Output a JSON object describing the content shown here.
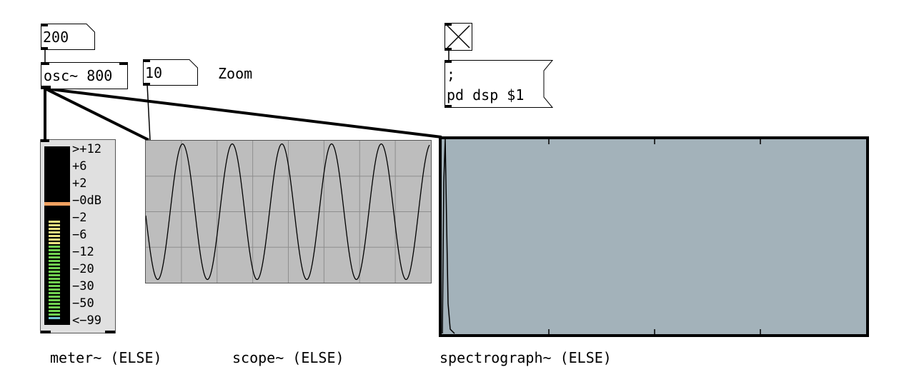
{
  "objects": {
    "number_top": "200",
    "osc": "osc~ 800",
    "number_zoom": "10",
    "zoom_comment": "Zoom",
    "msg_line1": ";",
    "msg_line2": "pd dsp $1"
  },
  "labels": {
    "meter": "meter~ (ELSE)",
    "scope": "scope~ (ELSE)",
    "spectrograph": "spectrograph~ (ELSE)"
  },
  "meter": {
    "scale": [
      ">+12",
      "+6",
      "+2",
      "−0dB",
      "−2",
      "−6",
      "−12",
      "−20",
      "−30",
      "−50",
      "<−99"
    ],
    "peak_color": "#f0a060",
    "high_color": "#e8e080",
    "low_color": "#70d050",
    "bottom_color": "#70c0d0"
  },
  "toggle": {
    "checked": true
  },
  "colors": {
    "scope_bg": "#bdbdbd",
    "scope_grid": "#8e8e8e",
    "spectrograph_bg": "#a3b2ba"
  },
  "oscillator": {
    "frequency_hz": 800
  }
}
